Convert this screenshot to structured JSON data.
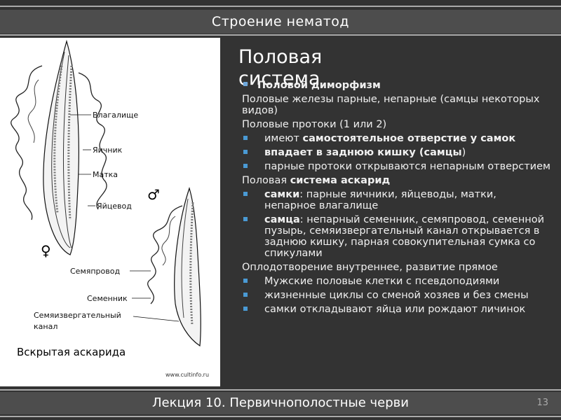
{
  "slide": {
    "title": "Строение нематод",
    "heading": "Половая система",
    "footer": "Лекция 10. Первичнополостные черви",
    "page_number": "13"
  },
  "figure": {
    "labels": {
      "vagina": "Влагалище",
      "ovary": "Яичник",
      "uterus": "Матка",
      "oviduct": "Яйцевод",
      "vas_deferens": "Семяпровод",
      "testis": "Семенник",
      "ejaculatory_canal_1": "Семяизвергательный",
      "ejaculatory_canal_2": "канал"
    },
    "female_symbol": "♀",
    "male_symbol": "♂",
    "caption": "Вскрытая аскарида",
    "site": "www.cultinfo.ru"
  },
  "content": {
    "items": [
      {
        "level": 1,
        "bullet": true,
        "text": "Половой диморфизм",
        "bold": true
      },
      {
        "level": 1,
        "bullet": false,
        "text": "Половые железы парные, непарные (самцы некоторых видов)"
      },
      {
        "level": 1,
        "bullet": false,
        "text": "Половые протоки (1 или 2)"
      },
      {
        "level": 2,
        "bullet": true,
        "pre": "имеют ",
        "boldpart": "самостоятельное отверстие у самок",
        "post": ""
      },
      {
        "level": 2,
        "bullet": true,
        "pre": "",
        "boldpart": "впадает в заднюю кишку (самцы",
        "post": ")"
      },
      {
        "level": 2,
        "bullet": true,
        "text": "парные протоки  открываются непарным отверстием"
      },
      {
        "level": 1,
        "bullet": false,
        "pre": "Половая ",
        "boldpart": "система аскарид",
        "post": ""
      },
      {
        "level": 2,
        "bullet": true,
        "pre": "",
        "boldpart": "самки",
        "post": ": парные яичники, яйцеводы, матки, непарное влагалище"
      },
      {
        "level": 2,
        "bullet": true,
        "pre": "",
        "boldpart": "самца",
        "post": ": непарный семенник, семяпровод, семенной пузырь, семяизвергательный канал открывается  в заднюю кишку, парная совокупительная сумка со спикулами"
      },
      {
        "level": 1,
        "bullet": false,
        "text": "Оплодотворение внутреннее, развитие прямое"
      },
      {
        "level": 2,
        "bullet": true,
        "text": "Мужские половые клетки с псевдоподиями"
      },
      {
        "level": 2,
        "bullet": true,
        "text": "жизненные циклы со сменой хозяев и без смены"
      },
      {
        "level": 2,
        "bullet": true,
        "text": "самки откладывают  яйца или рождают личинок"
      }
    ]
  },
  "colors": {
    "background": "#333333",
    "bar": "#4d4d4d",
    "bullet": "#4a9ad4"
  }
}
